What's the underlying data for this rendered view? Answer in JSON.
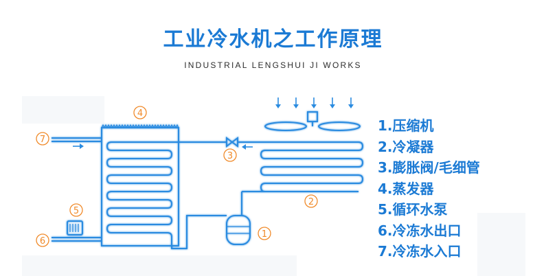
{
  "title": "工业冷水机之工作原理",
  "subtitle": "INDUSTRIAL LENGSHUI JI WORKS",
  "legend": [
    "1.压缩机",
    "2.冷凝器",
    "3.膨胀阀/毛细管",
    "4.蒸发器",
    "5.循环水泵",
    "6.冷冻水出口",
    "7.冷冻水入口"
  ],
  "markers": [
    "1",
    "2",
    "3",
    "4",
    "5",
    "6",
    "7"
  ],
  "colors": {
    "title": "#1b7ad4",
    "pipe": "#2a8be0",
    "marker": "#f08a2a",
    "background": "#ffffff"
  }
}
